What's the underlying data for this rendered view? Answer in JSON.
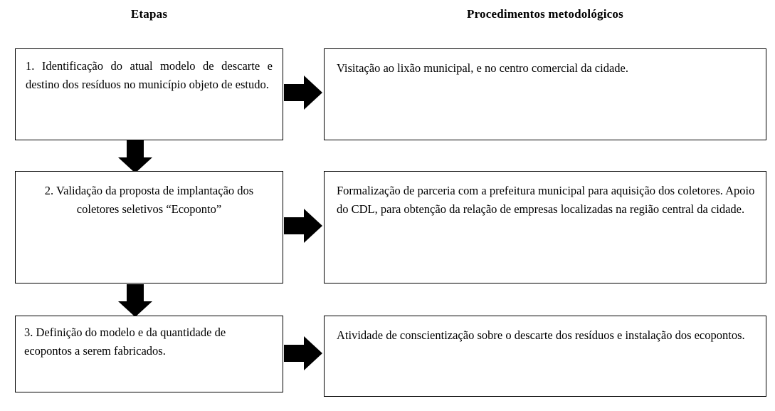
{
  "columns": {
    "left_header": "Etapas",
    "right_header": "Procedimentos metodológicos"
  },
  "stages": [
    {
      "id": "stage-1",
      "text": "1. Identificação do atual modelo de descarte e destino dos resíduos no município objeto de estudo."
    },
    {
      "id": "stage-2",
      "text": "2. Validação da proposta de implantação dos coletores seletivos “Ecoponto”"
    },
    {
      "id": "stage-3",
      "text": "3. Definição do modelo e da quantidade de ecopontos a serem fabricados."
    }
  ],
  "procedures": [
    {
      "id": "procedure-1",
      "text": "Visitação ao lixão municipal, e no centro comercial da cidade."
    },
    {
      "id": "procedure-2",
      "text": "Formalização de parceria com a prefeitura municipal para aquisição dos coletores. Apoio do CDL, para obtenção da relação de empresas localizadas na região central da cidade."
    },
    {
      "id": "procedure-3",
      "text": "Atividade de conscientização sobre o descarte dos resíduos e instalação dos ecopontos."
    }
  ],
  "connectors": {
    "right_arrows": [
      "arrow-right-1",
      "arrow-right-2",
      "arrow-right-3"
    ],
    "down_arrows": [
      "arrow-down-1",
      "arrow-down-2"
    ]
  },
  "colors": {
    "background": "#ffffff",
    "stroke": "#000000",
    "arrow_fill": "#000000",
    "text": "#000000"
  }
}
